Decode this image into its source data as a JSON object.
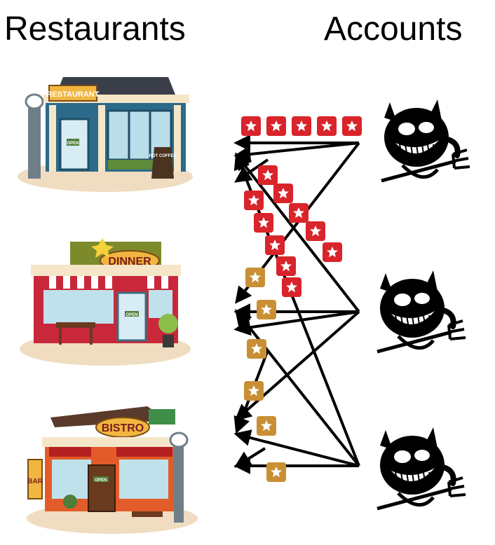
{
  "headings": {
    "left": "Restaurants",
    "right": "Accounts"
  },
  "restaurants": [
    {
      "sign": "RESTAURANT",
      "door_sign": "OPEN",
      "board": "HOT COFFEE"
    },
    {
      "sign": "DINNER",
      "door_sign": "OPEN"
    },
    {
      "sign": "BISTRO",
      "side_sign": "BAR",
      "door_sign": "OPEN"
    }
  ],
  "accounts": [
    {
      "icon": "devil-icon"
    },
    {
      "icon": "devil-icon"
    },
    {
      "icon": "devil-icon"
    }
  ],
  "colors": {
    "five_star_tile": "#d9242b",
    "one_star_tile": "#c98f35",
    "arrow": "#000000"
  },
  "reviews": {
    "five_star_row_count": 5,
    "five_star_diagonal_columns": 2,
    "one_star_tiles": 6
  }
}
